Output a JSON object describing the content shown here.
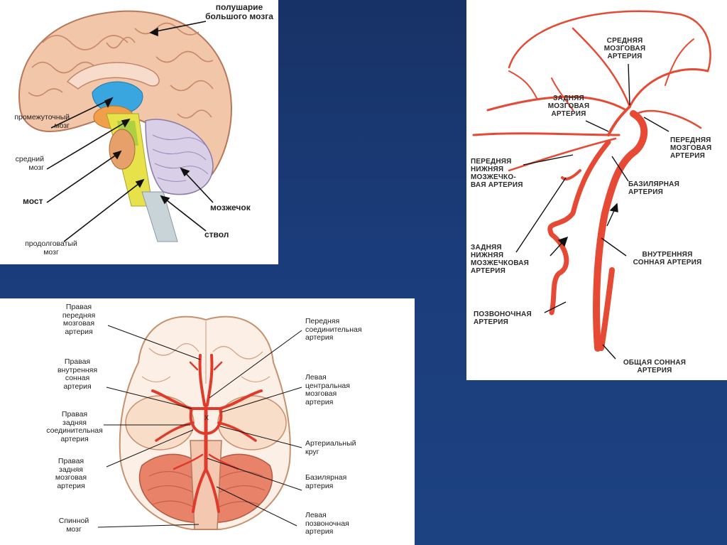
{
  "panel_brain": {
    "labels": {
      "hemisphere": "полушарие\nбольшого мозга",
      "diencephalon": "промежуточный\nмозг",
      "midbrain": "средний\nмозг",
      "pons": "мост",
      "medulla": "продолговатый\nмозг",
      "cerebellum": "мозжечок",
      "brainstem": "ствол"
    }
  },
  "panel_vessels": {
    "labels": {
      "middle_cerebral": "СРЕДНЯЯ\nМОЗГОВАЯ\nАРТЕРИЯ",
      "posterior_cerebral": "ЗАДНЯЯ\nМОЗГОВАЯ\nАРТЕРИЯ",
      "anterior_cerebral": "ПЕРЕДНЯЯ\nМОЗГОВАЯ\nАРТЕРИЯ",
      "anterior_inferior_cerebellar": "ПЕРЕДНЯЯ\nНИЖНЯЯ\nМОЗЖЕЧКО-\nВАЯ АРТЕРИЯ",
      "basilar": "БАЗИЛЯРНАЯ\nАРТЕРИЯ",
      "posterior_inferior_cerebellar": "ЗАДНЯЯ\nНИЖНЯЯ\nМОЗЖЕЧКОВАЯ\nАРТЕРИЯ",
      "internal_carotid": "ВНУТРЕННЯЯ\nСОННАЯ АРТЕРИЯ",
      "vertebral": "ПОЗВОНОЧНАЯ\nАРТЕРИЯ",
      "common_carotid": "ОБЩАЯ СОННАЯ\nАРТЕРИЯ"
    }
  },
  "panel_circle": {
    "labels": {
      "right_anterior_cerebral": "Правая\nпередняя\nмозговая\nартерия",
      "right_internal_carotid": "Правая\nвнутренняя\nсонная\nартерия",
      "right_posterior_communicating": "Правая\nзадняя\nсоединительная\nартерия",
      "right_posterior_cerebral": "Правая\nзадняя\nмозговая\nартерия",
      "spinal_cord": "Спинной\nмозг",
      "anterior_communicating": "Передняя\nсоединительная\nартерия",
      "left_central_cerebral": "Левая\nцентральная\nмозговая\nартерия",
      "arterial_circle": "Артериальный\nкруг",
      "basilar": "Базилярная\nартерия",
      "left_vertebral": "Левая\nпозвоночная\nартерия",
      "crossing_mark": "X"
    }
  },
  "colors": {
    "background": "#1b3c7a",
    "brain_pink": "#f2c6a8",
    "artery_red": "#e64a34",
    "cerebellum_lilac": "#d9d0e8",
    "midbrain_yellow": "#e8e24a",
    "ventricle_blue": "#3aa6e0"
  }
}
